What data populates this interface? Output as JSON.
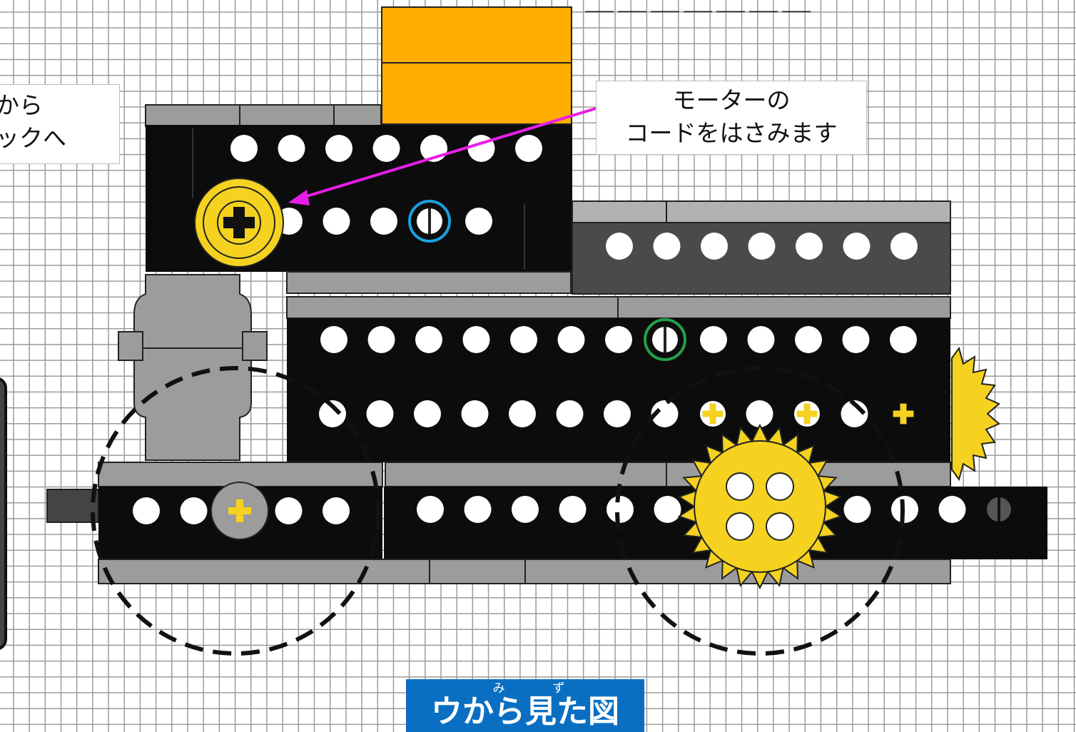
{
  "callouts": {
    "left": {
      "line1": "ーから",
      "line2": "ロックへ"
    },
    "right": {
      "line1": "モーターの",
      "line2": "コードをはさみます"
    }
  },
  "caption": {
    "text": "ウから見た図",
    "ruby_mi": "み",
    "ruby_zu": "ず"
  },
  "top_marks": "＿＿＿＿＿＿＿",
  "colors": {
    "beam": "#0c0c0c",
    "plate_gray": "#9c9c9c",
    "motor_orange": "#ffad00",
    "gear_yellow": "#f4d21f",
    "arrow_magenta": "#e81ee8",
    "marker_blue": "#1aa0e0",
    "marker_green": "#22a04a",
    "caption_blue": "#0a6fc2"
  },
  "icons": {
    "axle_hole": "cross-axle-icon",
    "gear": "gear-icon",
    "arrow": "arrow-icon"
  }
}
